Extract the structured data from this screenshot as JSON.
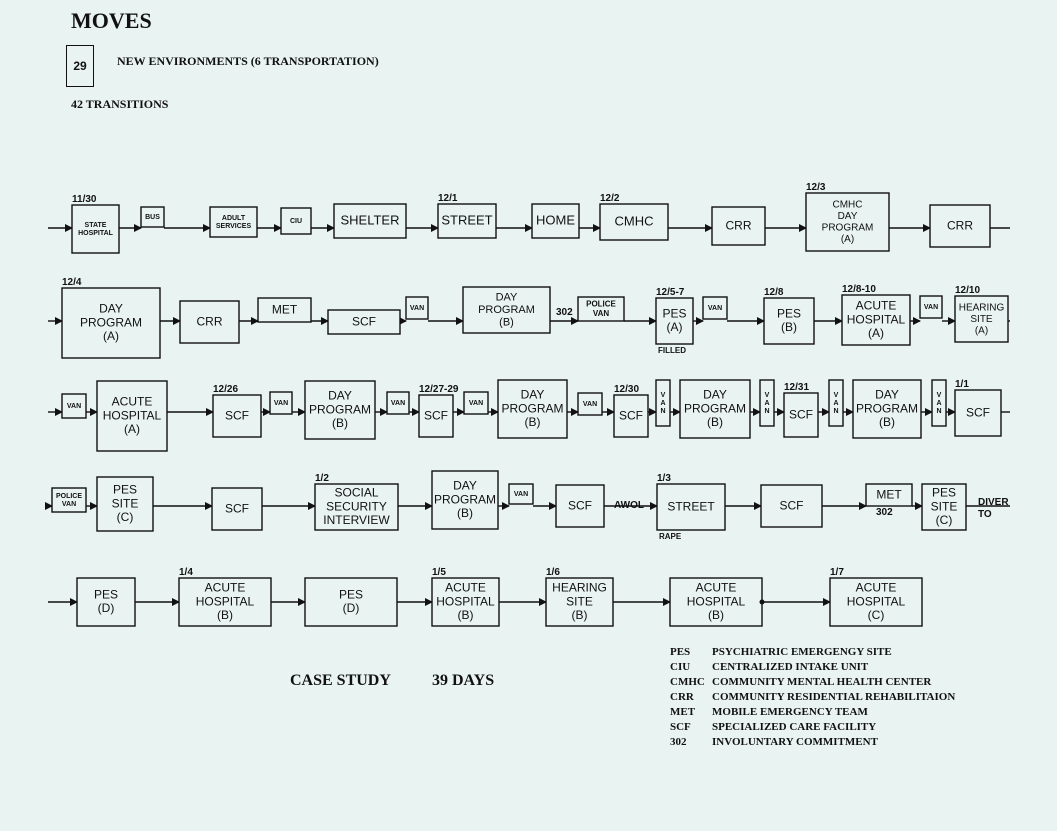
{
  "header": {
    "title": "MOVES",
    "count": "29",
    "count_label": "NEW ENVIRONMENTS (6 TRANSPORTATION)",
    "transitions": "42 TRANSITIONS"
  },
  "footer": {
    "case_study": "CASE STUDY",
    "days": "39 DAYS"
  },
  "legend": [
    {
      "abbr": "PES",
      "def": "PSYCHIATRIC EMERGENGY SITE"
    },
    {
      "abbr": "CIU",
      "def": "CENTRALIZED INTAKE UNIT"
    },
    {
      "abbr": "CMHC",
      "def": "COMMUNITY MENTAL HEALTH CENTER"
    },
    {
      "abbr": "CRR",
      "def": "COMMUNITY RESIDENTIAL REHABILITAION"
    },
    {
      "abbr": "MET",
      "def": "MOBILE EMERGENCY TEAM"
    },
    {
      "abbr": "SCF",
      "def": "SPECIALIZED CARE FACILITY"
    },
    {
      "abbr": "302",
      "def": "INVOLUNTARY COMMITMENT"
    }
  ],
  "diagram": {
    "rows": [
      {
        "nodes": [
          {
            "id": "r1n1",
            "lines": [
              "STATE",
              "HOSPITAL"
            ],
            "date": "11/30"
          },
          {
            "id": "r1n2",
            "lines": [
              "BUS"
            ]
          },
          {
            "id": "r1n3",
            "lines": [
              "ADULT",
              "SERVICES"
            ]
          },
          {
            "id": "r1n4",
            "lines": [
              "CIU"
            ]
          },
          {
            "id": "r1n5",
            "lines": [
              "SHELTER"
            ]
          },
          {
            "id": "r1n6",
            "lines": [
              "STREET"
            ],
            "date": "12/1"
          },
          {
            "id": "r1n7",
            "lines": [
              "HOME"
            ]
          },
          {
            "id": "r1n8",
            "lines": [
              "CMHC"
            ],
            "date": "12/2"
          },
          {
            "id": "r1n9",
            "lines": [
              "CRR"
            ]
          },
          {
            "id": "r1n10",
            "lines": [
              "CMHC",
              "DAY",
              "PROGRAM",
              "(A)"
            ],
            "date": "12/3"
          },
          {
            "id": "r1n11",
            "lines": [
              "CRR"
            ]
          }
        ]
      },
      {
        "nodes": [
          {
            "id": "r2n1",
            "lines": [
              "DAY",
              "PROGRAM",
              "(A)"
            ],
            "date": "12/4"
          },
          {
            "id": "r2n2",
            "lines": [
              "CRR"
            ]
          },
          {
            "id": "r2n3",
            "lines": [
              "MET"
            ]
          },
          {
            "id": "r2n4",
            "lines": [
              "SCF"
            ]
          },
          {
            "id": "r2n5",
            "lines": [
              "VAN"
            ]
          },
          {
            "id": "r2n6",
            "lines": [
              "DAY",
              "PROGRAM",
              "(B)"
            ]
          },
          {
            "id": "r2n7",
            "lines": [
              "POLICE",
              "VAN"
            ]
          },
          {
            "id": "r2n8",
            "lines": [
              "PES",
              "(A)"
            ],
            "date": "12/5-7",
            "note": "FILLED"
          },
          {
            "id": "r2n9",
            "lines": [
              "VAN"
            ]
          },
          {
            "id": "r2n10",
            "lines": [
              "PES",
              "(B)"
            ],
            "date": "12/8"
          },
          {
            "id": "r2n11",
            "lines": [
              "ACUTE",
              "HOSPITAL",
              "(A)"
            ],
            "date": "12/8-10"
          },
          {
            "id": "r2n12",
            "lines": [
              "VAN"
            ]
          },
          {
            "id": "r2n13",
            "lines": [
              "HEARING",
              "SITE",
              "(A)"
            ],
            "date": "12/10"
          }
        ],
        "edge_label": "302"
      },
      {
        "nodes": [
          {
            "id": "r3n1",
            "lines": [
              "VAN"
            ]
          },
          {
            "id": "r3n2",
            "lines": [
              "ACUTE",
              "HOSPITAL",
              "(A)"
            ]
          },
          {
            "id": "r3n3",
            "lines": [
              "SCF"
            ],
            "date": "12/26"
          },
          {
            "id": "r3n4",
            "lines": [
              "VAN"
            ]
          },
          {
            "id": "r3n5",
            "lines": [
              "DAY",
              "PROGRAM",
              "(B)"
            ]
          },
          {
            "id": "r3n6",
            "lines": [
              "VAN"
            ]
          },
          {
            "id": "r3n7",
            "lines": [
              "SCF"
            ],
            "date": "12/27-29"
          },
          {
            "id": "r3n8",
            "lines": [
              "VAN"
            ]
          },
          {
            "id": "r3n9",
            "lines": [
              "DAY",
              "PROGRAM",
              "(B)"
            ]
          },
          {
            "id": "r3n10",
            "lines": [
              "VAN"
            ]
          },
          {
            "id": "r3n11",
            "lines": [
              "SCF"
            ],
            "date": "12/30"
          },
          {
            "id": "r3n12",
            "lines": [
              "V",
              "A",
              "N"
            ]
          },
          {
            "id": "r3n13",
            "lines": [
              "DAY",
              "PROGRAM",
              "(B)"
            ]
          },
          {
            "id": "r3n14",
            "lines": [
              "V",
              "A",
              "N"
            ]
          },
          {
            "id": "r3n15",
            "lines": [
              "SCF"
            ],
            "date": "12/31"
          },
          {
            "id": "r3n16",
            "lines": [
              "V",
              "A",
              "N"
            ]
          },
          {
            "id": "r3n17",
            "lines": [
              "DAY",
              "PROGRAM",
              "(B)"
            ]
          },
          {
            "id": "r3n18",
            "lines": [
              "V",
              "A",
              "N"
            ]
          },
          {
            "id": "r3n19",
            "lines": [
              "SCF"
            ],
            "date": "1/1"
          }
        ]
      },
      {
        "nodes": [
          {
            "id": "r4n1",
            "lines": [
              "POLICE",
              "VAN"
            ]
          },
          {
            "id": "r4n2",
            "lines": [
              "PES",
              "SITE",
              "(C)"
            ]
          },
          {
            "id": "r4n3",
            "lines": [
              "SCF"
            ]
          },
          {
            "id": "r4n4",
            "lines": [
              "SOCIAL",
              "SECURITY",
              "INTERVIEW"
            ],
            "date": "1/2"
          },
          {
            "id": "r4n5",
            "lines": [
              "DAY",
              "PROGRAM",
              "(B)"
            ]
          },
          {
            "id": "r4n6",
            "lines": [
              "VAN"
            ]
          },
          {
            "id": "r4n7",
            "lines": [
              "SCF"
            ]
          },
          {
            "id": "r4n8",
            "lines": [
              "STREET"
            ],
            "date": "1/3",
            "note": "RAPE"
          },
          {
            "id": "r4n9",
            "lines": [
              "SCF"
            ]
          },
          {
            "id": "r4n10",
            "lines": [
              "MET"
            ]
          },
          {
            "id": "r4n11",
            "lines": [
              "PES",
              "SITE",
              "(C)"
            ]
          }
        ],
        "edge_label": "AWOL",
        "edge_label_2": "302",
        "tail_label": [
          "DIVER",
          "TO"
        ]
      },
      {
        "nodes": [
          {
            "id": "r5n1",
            "lines": [
              "PES",
              "(D)"
            ]
          },
          {
            "id": "r5n2",
            "lines": [
              "ACUTE",
              "HOSPITAL",
              "(B)"
            ],
            "date": "1/4"
          },
          {
            "id": "r5n3",
            "lines": [
              "PES",
              "(D)"
            ]
          },
          {
            "id": "r5n4",
            "lines": [
              "ACUTE",
              "HOSPITAL",
              "(B)"
            ],
            "date": "1/5"
          },
          {
            "id": "r5n5",
            "lines": [
              "HEARING",
              "SITE",
              "(B)"
            ],
            "date": "1/6"
          },
          {
            "id": "r5n6",
            "lines": [
              "ACUTE",
              "HOSPITAL",
              "(B)"
            ]
          },
          {
            "id": "r5n7",
            "lines": [
              "ACUTE",
              "HOSPITAL",
              "(C)"
            ],
            "date": "1/7"
          }
        ]
      }
    ]
  }
}
